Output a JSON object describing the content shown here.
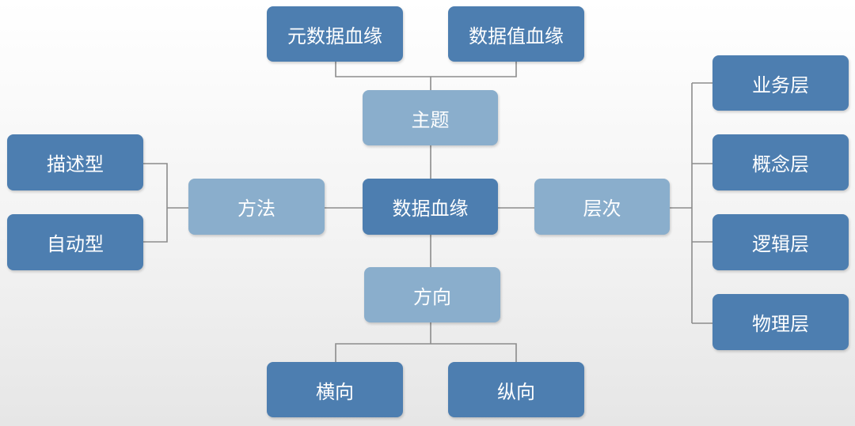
{
  "nodes": {
    "center": "数据血缘",
    "theme": "主题",
    "method": "方法",
    "level": "层次",
    "direction": "方向",
    "meta_lineage": "元数据血缘",
    "value_lineage": "数据值血缘",
    "descriptive": "描述型",
    "automatic": "自动型",
    "business_layer": "业务层",
    "concept_layer": "概念层",
    "logic_layer": "逻辑层",
    "physical_layer": "物理层",
    "horizontal": "横向",
    "vertical": "纵向"
  },
  "colors": {
    "primary_node": "#4d7eb0",
    "secondary_node": "#8aaecc",
    "connector": "#8c8c8c"
  }
}
